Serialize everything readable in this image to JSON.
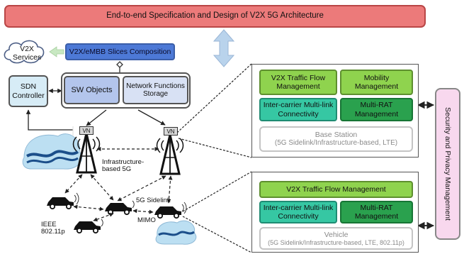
{
  "banner": {
    "title": "End-to-end Specification and Design of V2X 5G Architecture"
  },
  "left": {
    "v2x_services": "V2X Services",
    "slices": "V2X/eMBB Slices Composition",
    "sdn": "SDN Controller",
    "sw_objects": "SW Objects",
    "nfs": "Network Functions Storage",
    "vn": "VN",
    "infra_label": "Infrastructure-based 5G",
    "sidelink_label": "5G Sidelink",
    "ieee_label": "IEEE 802.11p",
    "mimo_label": "MIMO"
  },
  "base_panel": {
    "traffic": "V2X Traffic Flow Management",
    "mobility": "Mobility Management",
    "intercarrier": "Inter-carrier Multi-link Connectivity",
    "multirat": "Multi-RAT Management",
    "base_title": "Base Station",
    "base_sub": "(5G Sidelink/Infrastructure-based, LTE)"
  },
  "vehicle_panel": {
    "traffic": "V2X Traffic Flow Management",
    "intercarrier": "Inter-carrier Multi-link Connectivity",
    "multirat": "Multi-RAT Management",
    "vehicle_title": "Vehicle",
    "vehicle_sub": "(5G Sidelink/Infrastructure-based, LTE, 802.11p)"
  },
  "side": {
    "security": "Security and Privacy Management"
  },
  "colors": {
    "banner": "#ec7a7a",
    "slices": "#4d79d6",
    "green": "#8fd34e",
    "teal": "#36c7a3",
    "dark_green": "#2aa14e",
    "security": "#f8d8ee"
  }
}
